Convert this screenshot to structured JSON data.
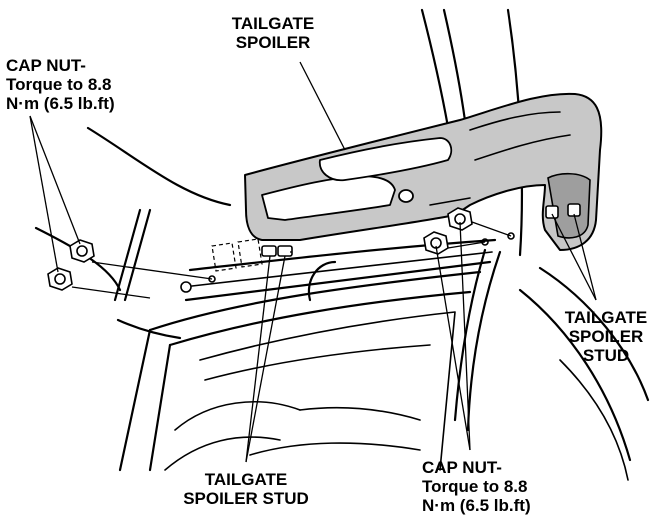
{
  "labels": {
    "tailgate_spoiler": [
      "TAILGATE",
      "SPOILER"
    ],
    "cap_nut_left": [
      "CAP NUT-",
      "Torque to 8.8",
      "N·m (6.5 lb.ft)"
    ],
    "cap_nut_bottom": [
      "CAP NUT-",
      "Torque to 8.8",
      "N·m (6.5 lb.ft)"
    ],
    "stud_right": [
      "TAILGATE",
      "SPOILER",
      "STUD"
    ],
    "stud_bottom": [
      "TAILGATE",
      "SPOILER STUD"
    ]
  }
}
